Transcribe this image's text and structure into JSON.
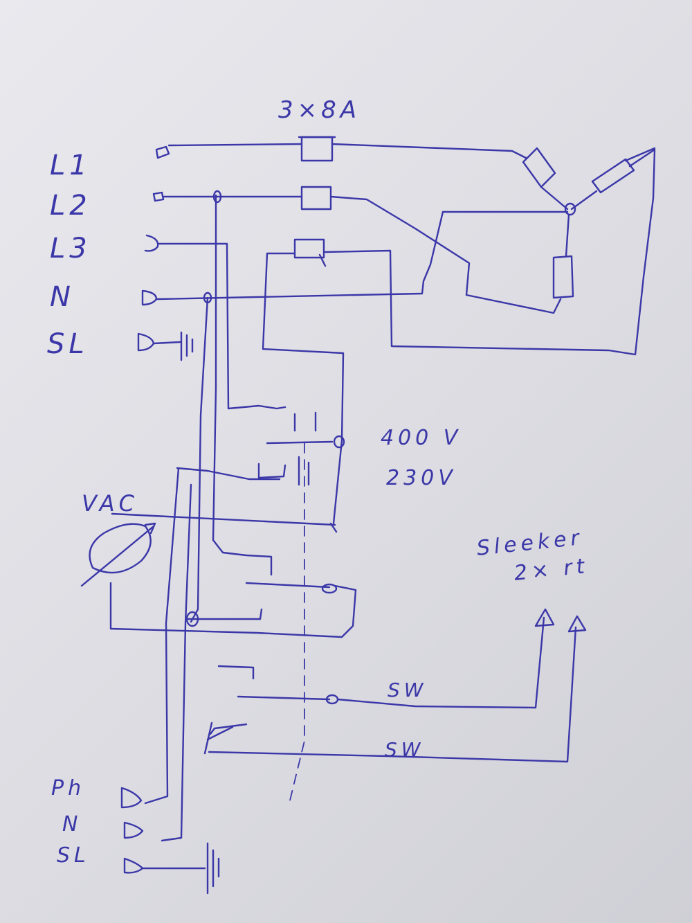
{
  "fuse_label": "3×8A",
  "inputs": {
    "l1": "L1",
    "l2": "L2",
    "l3": "L3",
    "n": "N",
    "pe": "SL"
  },
  "switch_labels": {
    "v400": "400 V",
    "v230": "230V"
  },
  "meter_label": "VAC",
  "outputs": {
    "ph": "Ph",
    "n": "N",
    "pe": "SL"
  },
  "slider_label": {
    "line1": "Sleeker",
    "line2": "2× rt"
  },
  "signal_labels": {
    "sw1": "SW",
    "sw2": "SW"
  },
  "colors": {
    "ink": "#3b37a8",
    "paper": "#e4e4e9"
  }
}
